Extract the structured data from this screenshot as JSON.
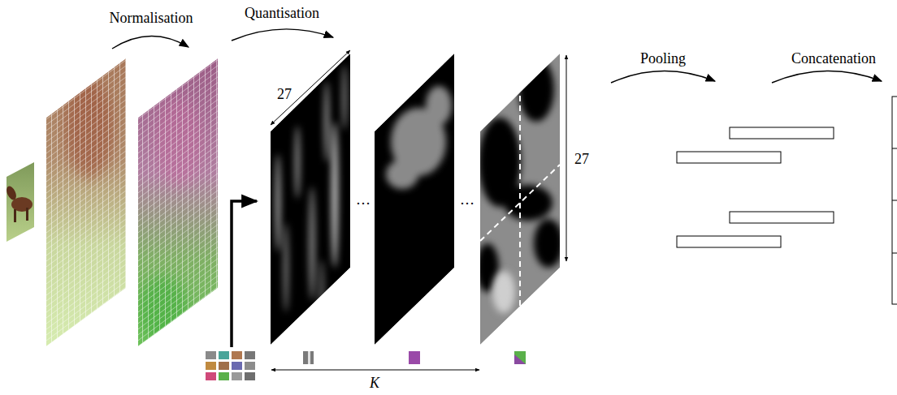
{
  "diagram": {
    "labels": [
      "Normalisation",
      "Quantisation",
      "Pooling",
      "Concatenation",
      "27",
      "27",
      "…",
      "…",
      "K"
    ]
  }
}
